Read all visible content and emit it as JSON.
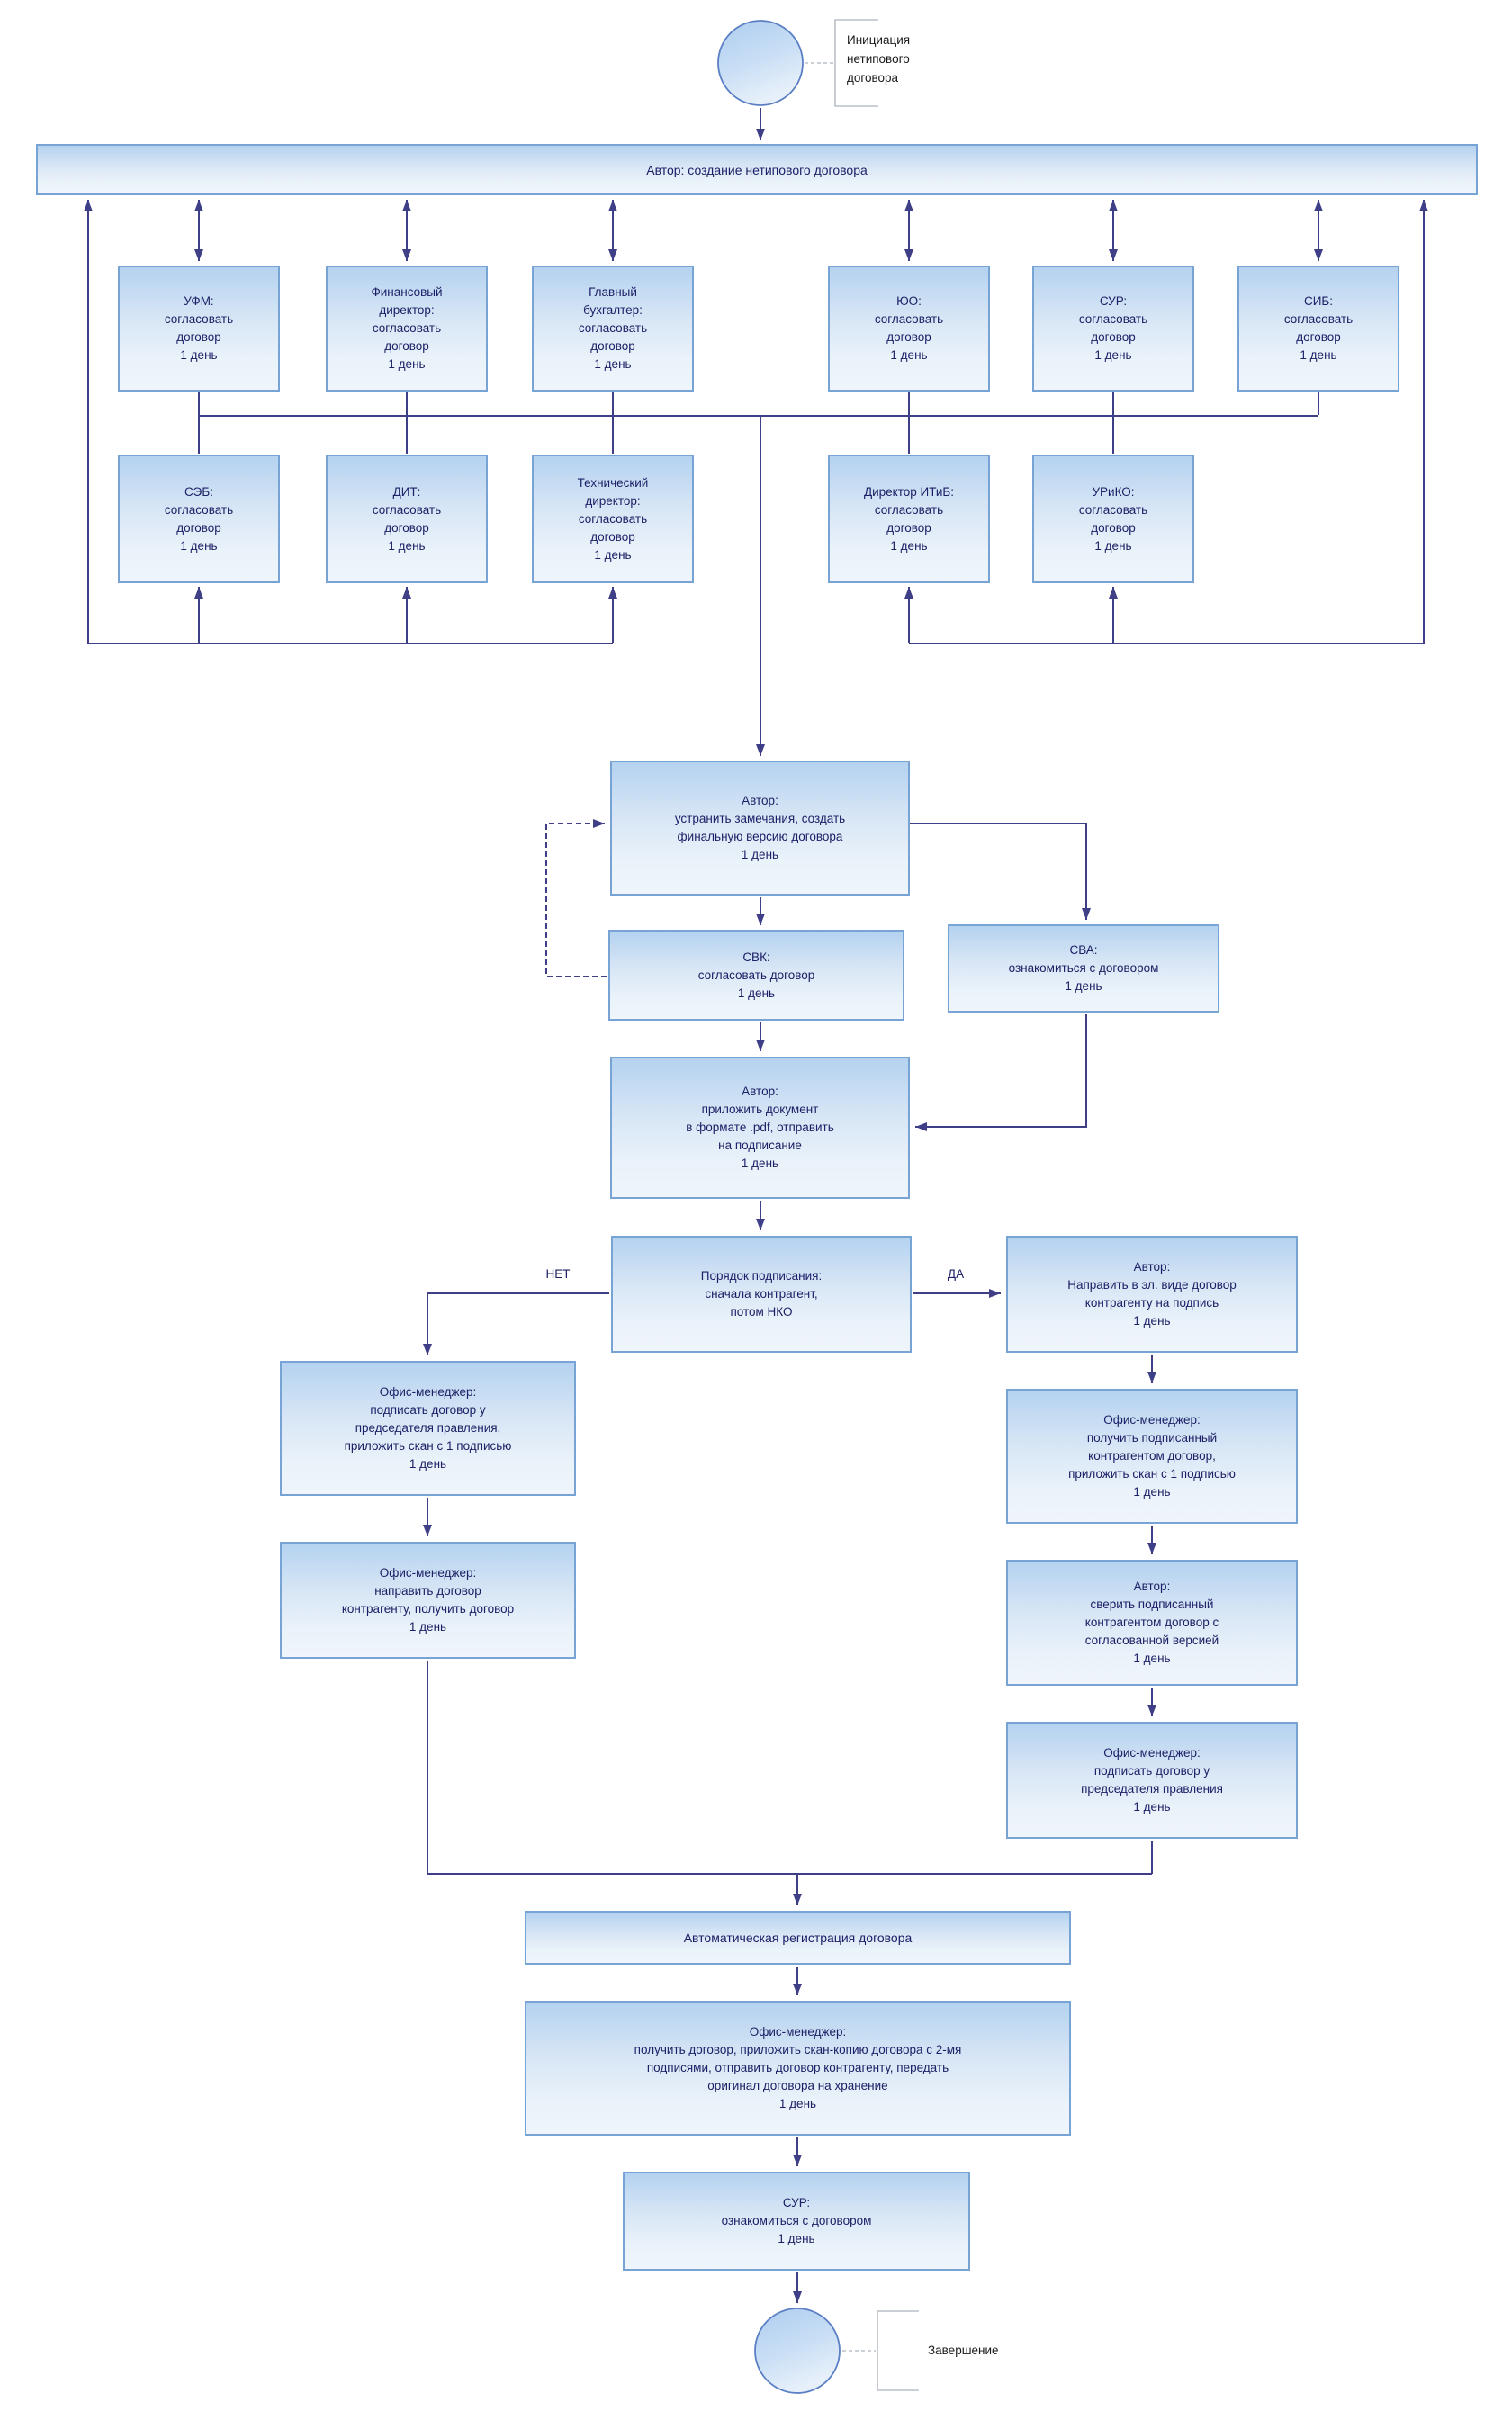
{
  "colors": {
    "node_fill_top": "#b4d2f0",
    "node_fill_bottom": "#eff5fb",
    "node_border": "#77a3d5",
    "connector": "#3f3f87",
    "node_text": "#1d2066",
    "annotation_text": "#1a1a1a",
    "bracket": "#b9c0c8"
  },
  "start": {
    "annotation": "Инициация\nнетипового\nдоговора"
  },
  "author_bar": {
    "label": "Автор: создание нетипового договора"
  },
  "approvers_row1": [
    {
      "label": "УФМ:\nсогласовать\nдоговор\n1 день"
    },
    {
      "label": "Финансовый\nдиректор:\nсогласовать\nдоговор\n1 день"
    },
    {
      "label": "Главный\nбухгалтер:\nсогласовать\nдоговор\n1 день"
    },
    {
      "label": "ЮО:\nсогласовать\nдоговор\n1 день"
    },
    {
      "label": "СУР:\nсогласовать\nдоговор\n1 день"
    },
    {
      "label": "СИБ:\nсогласовать\nдоговор\n1 день"
    }
  ],
  "approvers_row2": [
    {
      "label": "СЭБ:\nсогласовать\nдоговор\n1 день"
    },
    {
      "label": "ДИТ:\nсогласовать\nдоговор\n1 день"
    },
    {
      "label": "Технический\nдиректор:\nсогласовать\nдоговор\n1 день"
    },
    {
      "label": "Директор ИТиБ:\nсогласовать\nдоговор\n1 день"
    },
    {
      "label": "УРиКО:\nсогласовать\nдоговор\n1 день"
    }
  ],
  "author_fix": {
    "label": "Автор:\nустранить замечания, создать\nфинальную версию договора\n1 день"
  },
  "svk": {
    "label": "СВК:\nсогласовать договор\n1 день"
  },
  "sva": {
    "label": "СВА:\nознакомиться с договором\n1 день"
  },
  "author_attach": {
    "label": "Автор:\nприложить документ\nв формате .pdf, отправить\nна подписание\n1 день"
  },
  "decision": {
    "label": "Порядок подписания:\nсначала контрагент,\nпотом НКО",
    "no_label": "НЕТ",
    "yes_label": "ДА"
  },
  "no_branch": [
    {
      "label": "Офис-менеджер:\nподписать договор у\nпредседателя правления,\nприложить скан с 1 подписью\n1 день"
    },
    {
      "label": "Офис-менеджер:\nнаправить договор\nконтрагенту, получить договор\n1 день"
    }
  ],
  "yes_branch": [
    {
      "label": "Автор:\nНаправить в эл. виде договор\nконтрагенту на подпись\n1 день"
    },
    {
      "label": "Офис-менеджер:\nполучить подписанный\nконтрагентом договор,\nприложить скан с 1 подписью\n1 день"
    },
    {
      "label": "Автор:\nсверить подписанный\nконтрагентом договор с\nсогласованной версией\n1 день"
    },
    {
      "label": "Офис-менеджер:\nподписать договор у\nпредседателя правления\n1 день"
    }
  ],
  "registration_bar": {
    "label": "Автоматическая регистрация договора"
  },
  "final_office": {
    "label": "Офис-менеджер:\nполучить договор, приложить скан-копию договора с 2-мя\nподписями, отправить договор контрагенту, передать\nоригинал договора на хранение\n1 день"
  },
  "sur_review": {
    "label": "СУР:\nознакомиться с договором\n1 день"
  },
  "end": {
    "annotation": "Завершение"
  }
}
